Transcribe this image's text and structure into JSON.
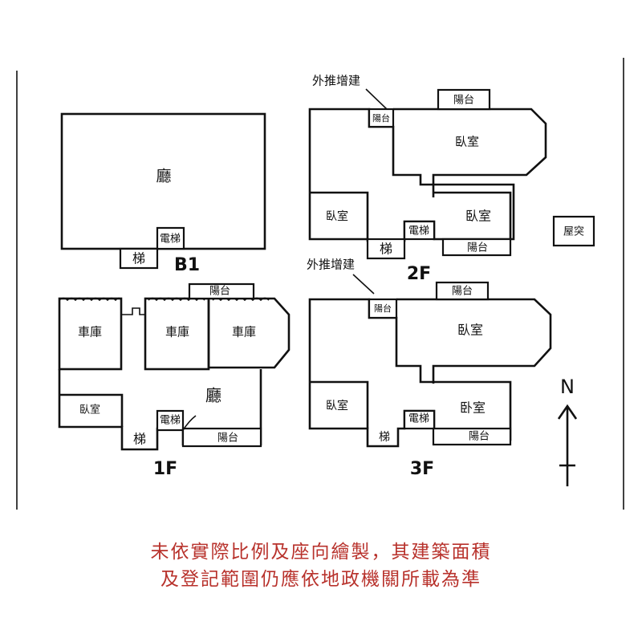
{
  "colors": {
    "line": "#111111",
    "caption": "#b8322c",
    "background": "#ffffff"
  },
  "floors": {
    "b1": {
      "label": "B1",
      "rooms": {
        "hall": "廳",
        "elevator": "電梯",
        "stairs": "梯"
      }
    },
    "f1": {
      "label": "1F",
      "rooms": {
        "garage_a": "車庫",
        "garage_b": "車庫",
        "garage_c": "車庫",
        "hall": "廳",
        "bedroom": "臥室",
        "elevator": "電梯",
        "stairs": "梯",
        "balcony_top": "陽台",
        "balcony_bottom": "陽台"
      }
    },
    "f2": {
      "label": "2F",
      "annotation": "外推增建",
      "rooms": {
        "balcony_top": "陽台",
        "balcony_small": "陽台",
        "bedroom_main": "臥室",
        "bedroom_left": "臥室",
        "bedroom_right": "臥室",
        "elevator": "電梯",
        "stairs": "梯",
        "balcony_bottom": "陽台"
      }
    },
    "f3": {
      "label": "3F",
      "annotation": "外推增建",
      "rooms": {
        "balcony_top": "陽台",
        "balcony_small": "陽台",
        "bedroom_main": "臥室",
        "bedroom_left": "臥室",
        "bedroom_right": "卧室",
        "elevator": "電梯",
        "stairs": "梯",
        "balcony_bottom": "陽台"
      }
    },
    "roof": {
      "label": "屋突"
    }
  },
  "compass": {
    "label": "N"
  },
  "caption": {
    "line1": "未依實際比例及座向繪製，其建築面積",
    "line2": "及登記範圍仍應依地政機關所載為準"
  }
}
